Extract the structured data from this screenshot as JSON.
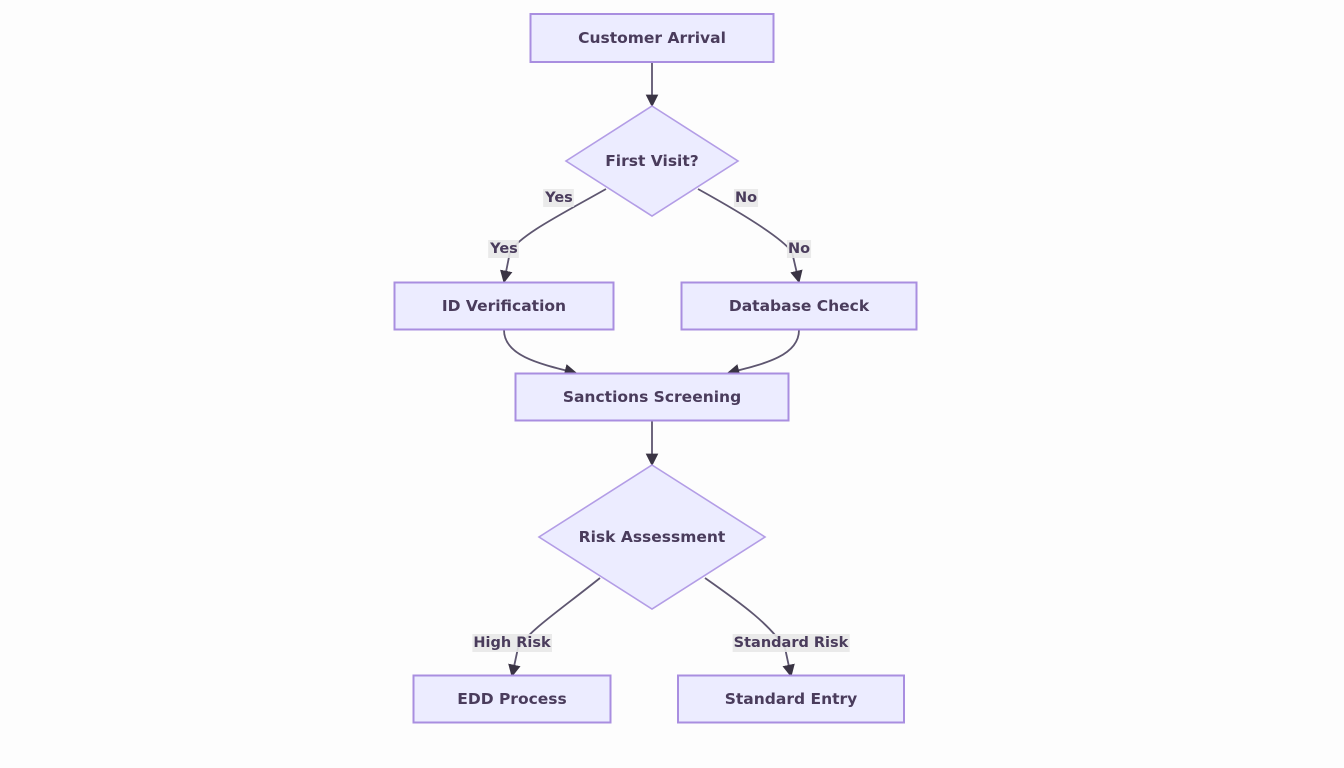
{
  "diagram": {
    "type": "flowchart",
    "direction": "top-down",
    "colors": {
      "node_fill": "#ECECFF",
      "node_border": "#9370DB",
      "text": "#4a3c5c",
      "edge": "#5e5670",
      "edge_label_bg": "#e8e8e8",
      "background": "#fdfdfd"
    },
    "nodes": [
      {
        "id": "arrival",
        "shape": "rect",
        "label": "Customer Arrival"
      },
      {
        "id": "first_visit",
        "shape": "diamond",
        "label": "First Visit?"
      },
      {
        "id": "id_verification",
        "shape": "rect",
        "label": "ID Verification"
      },
      {
        "id": "database_check",
        "shape": "rect",
        "label": "Database Check"
      },
      {
        "id": "sanctions",
        "shape": "rect",
        "label": "Sanctions Screening"
      },
      {
        "id": "risk",
        "shape": "diamond",
        "label": "Risk Assessment"
      },
      {
        "id": "edd",
        "shape": "rect",
        "label": "EDD Process"
      },
      {
        "id": "standard_entry",
        "shape": "rect",
        "label": "Standard Entry"
      }
    ],
    "edges": [
      {
        "from": "arrival",
        "to": "first_visit",
        "labels": []
      },
      {
        "from": "first_visit",
        "to": "id_verification",
        "labels": [
          "Yes",
          "Yes"
        ]
      },
      {
        "from": "first_visit",
        "to": "database_check",
        "labels": [
          "No",
          "No"
        ]
      },
      {
        "from": "id_verification",
        "to": "sanctions",
        "labels": []
      },
      {
        "from": "database_check",
        "to": "sanctions",
        "labels": []
      },
      {
        "from": "sanctions",
        "to": "risk",
        "labels": []
      },
      {
        "from": "risk",
        "to": "edd",
        "labels": [
          "High Risk"
        ]
      },
      {
        "from": "risk",
        "to": "standard_entry",
        "labels": [
          "Standard Risk"
        ]
      }
    ]
  }
}
